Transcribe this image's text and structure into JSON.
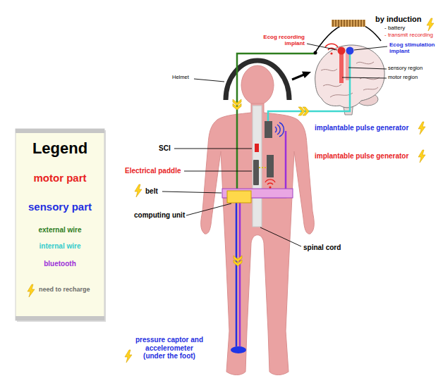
{
  "diagram": {
    "labels": [
      "by induction",
      "- battery",
      "- transmit recording",
      "Ecog recording implant",
      "Ecog stimulation implant",
      "sensory region",
      "motor region",
      "Helmet",
      "implantable pulse generator",
      "SCI",
      "implantable pulse generator",
      "Electrical paddle",
      "belt",
      "computing unit",
      "spinal cord",
      "pressure captor and accelerometer (under the foot)",
      "Legend"
    ],
    "legend": [
      {
        "text": "motor part",
        "color": "#e8221f"
      },
      {
        "text": "sensory part",
        "color": "#1f2fe0"
      },
      {
        "text": "external wire",
        "color": "#2e7d1e"
      },
      {
        "text": "internal wire",
        "color": "#33cccc"
      },
      {
        "text": "bluetooth",
        "color": "#9b30d9"
      },
      {
        "text": "need to recharge"
      }
    ]
  }
}
